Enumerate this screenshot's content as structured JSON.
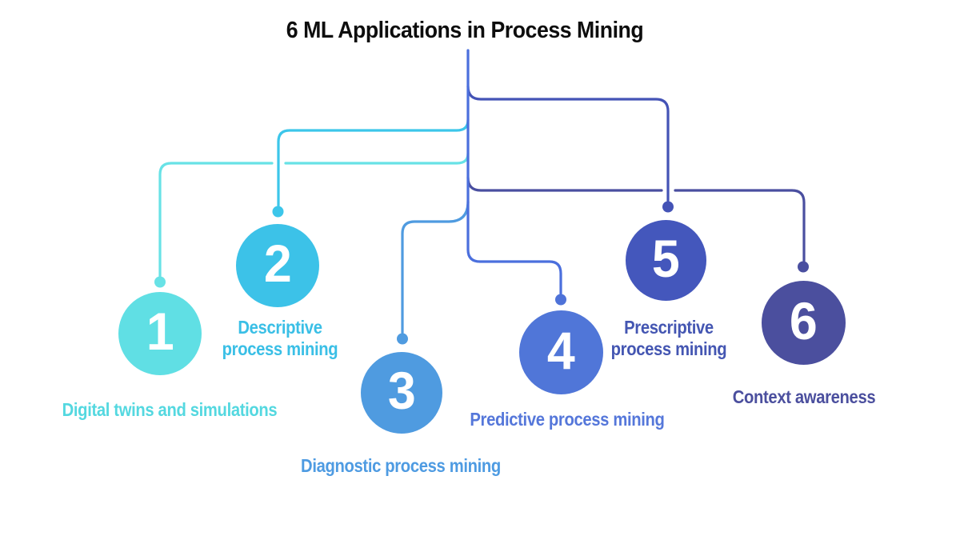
{
  "title": "6 ML Applications in Process Mining",
  "background_color": "#ffffff",
  "trunk_color": "#4B6FDD",
  "items": [
    {
      "number": "1",
      "label": "Digital twins and simulations",
      "circle_color": "#60DFE4",
      "line_color": "#68E2E6",
      "label_color": "#54D8E0"
    },
    {
      "number": "2",
      "label": "Descriptive\nprocess mining",
      "circle_color": "#3CC2E8",
      "line_color": "#3CC6EA",
      "label_color": "#3ABFE6"
    },
    {
      "number": "3",
      "label": "Diagnostic process mining",
      "circle_color": "#4F9BE0",
      "line_color": "#4F9BE0",
      "label_color": "#4E9BE2"
    },
    {
      "number": "4",
      "label": "Predictive process mining",
      "circle_color": "#5076D8",
      "line_color": "#4E72D8",
      "label_color": "#5577DA"
    },
    {
      "number": "5",
      "label": "Prescriptive\nprocess mining",
      "circle_color": "#4457BC",
      "line_color": "#4453B6",
      "label_color": "#4456B2"
    },
    {
      "number": "6",
      "label": "Context awareness",
      "circle_color": "#4B4F9E",
      "line_color": "#4A4FA0",
      "label_color": "#4B4F9E"
    }
  ]
}
